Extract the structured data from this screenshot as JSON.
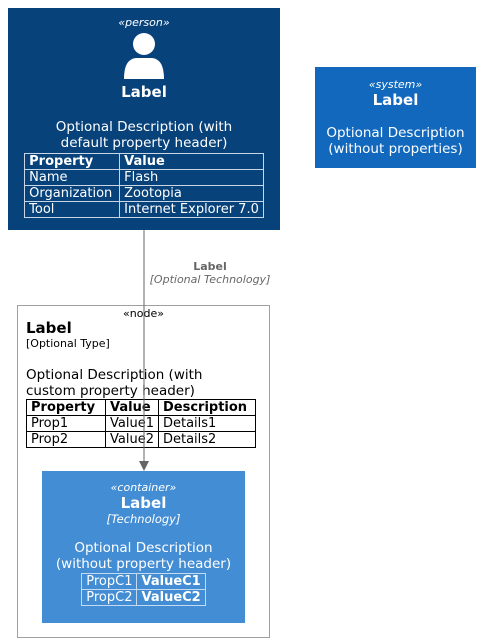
{
  "person": {
    "stereotype": "«person»",
    "label": "Label",
    "description_line1": "Optional Description (with",
    "description_line2": "default property header)",
    "table": {
      "headers": [
        "Property",
        "Value"
      ],
      "rows": [
        [
          "Name",
          "Flash"
        ],
        [
          "Organization",
          "Zootopia"
        ],
        [
          "Tool",
          "Internet Explorer 7.0"
        ]
      ]
    }
  },
  "system": {
    "stereotype": "«system»",
    "label": "Label",
    "description_line1": "Optional Description",
    "description_line2": "(without properties)"
  },
  "relationship": {
    "label": "Label",
    "technology": "[Optional Technology]"
  },
  "node": {
    "stereotype": "«node»",
    "label": "Label",
    "type": "[Optional Type]",
    "description_line1": "Optional Description (with",
    "description_line2": "custom property header)",
    "table": {
      "headers": [
        "Property",
        "Value",
        "Description"
      ],
      "rows": [
        [
          "Prop1",
          "Value1",
          "Details1"
        ],
        [
          "Prop2",
          "Value2",
          "Details2"
        ]
      ]
    }
  },
  "container": {
    "stereotype": "«container»",
    "label": "Label",
    "technology": "[Technology]",
    "description_line1": "Optional Description",
    "description_line2": "(without property header)",
    "table": {
      "rows": [
        [
          "PropC1",
          "ValueC1"
        ],
        [
          "PropC2",
          "ValueC2"
        ]
      ]
    }
  },
  "colors": {
    "person": "#08427B",
    "system": "#1168BD",
    "container": "#438DD5",
    "arrow": "#666666"
  }
}
